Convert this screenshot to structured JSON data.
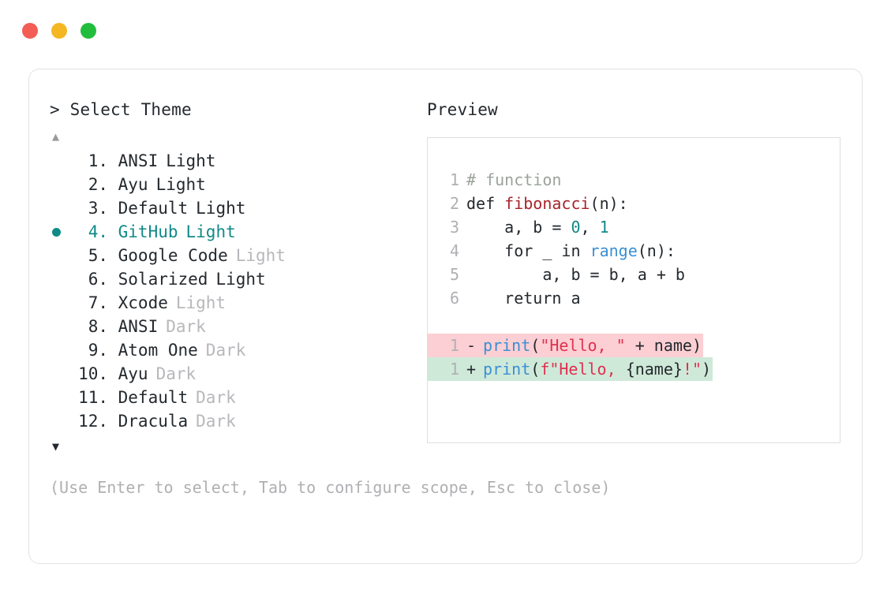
{
  "window": {
    "traffic_lights": [
      {
        "name": "close-dot",
        "color": "#f25d55"
      },
      {
        "name": "minimize-dot",
        "color": "#f4b723"
      },
      {
        "name": "maximize-dot",
        "color": "#23bd3d"
      }
    ]
  },
  "selector": {
    "prompt": "> Select Theme",
    "scroll_up": "▲",
    "scroll_down": "▼",
    "selected_index": 4,
    "items": [
      {
        "number": "1.",
        "name": "ANSI",
        "variant": "Light",
        "variant_muted": false
      },
      {
        "number": "2.",
        "name": "Ayu",
        "variant": "Light",
        "variant_muted": false
      },
      {
        "number": "3.",
        "name": "Default",
        "variant": "Light",
        "variant_muted": false
      },
      {
        "number": "4.",
        "name": "GitHub",
        "variant": "Light",
        "variant_muted": false
      },
      {
        "number": "5.",
        "name": "Google Code",
        "variant": "Light",
        "variant_muted": true
      },
      {
        "number": "6.",
        "name": "Solarized",
        "variant": "Light",
        "variant_muted": false
      },
      {
        "number": "7.",
        "name": "Xcode",
        "variant": "Light",
        "variant_muted": true
      },
      {
        "number": "8.",
        "name": "ANSI",
        "variant": "Dark",
        "variant_muted": true
      },
      {
        "number": "9.",
        "name": "Atom One",
        "variant": "Dark",
        "variant_muted": true
      },
      {
        "number": "10.",
        "name": "Ayu",
        "variant": "Dark",
        "variant_muted": true
      },
      {
        "number": "11.",
        "name": "Default",
        "variant": "Dark",
        "variant_muted": true
      },
      {
        "number": "12.",
        "name": "Dracula",
        "variant": "Dark",
        "variant_muted": true
      }
    ]
  },
  "preview": {
    "label": "Preview",
    "code_lines": [
      {
        "n": "1",
        "tokens": [
          {
            "t": "# function",
            "c": "com"
          }
        ]
      },
      {
        "n": "2",
        "tokens": [
          {
            "t": "def ",
            "c": "kw"
          },
          {
            "t": "fibonacci",
            "c": "fn"
          },
          {
            "t": "(n):",
            "c": "plain"
          }
        ]
      },
      {
        "n": "3",
        "tokens": [
          {
            "t": "    a, b = ",
            "c": "plain"
          },
          {
            "t": "0",
            "c": "num"
          },
          {
            "t": ", ",
            "c": "plain"
          },
          {
            "t": "1",
            "c": "num"
          }
        ]
      },
      {
        "n": "4",
        "tokens": [
          {
            "t": "    for _ in ",
            "c": "plain"
          },
          {
            "t": "range",
            "c": "builtin"
          },
          {
            "t": "(n):",
            "c": "plain"
          }
        ]
      },
      {
        "n": "5",
        "tokens": [
          {
            "t": "        a, b = b, a + b",
            "c": "plain"
          }
        ]
      },
      {
        "n": "6",
        "tokens": [
          {
            "t": "    return a",
            "c": "plain"
          }
        ]
      }
    ],
    "diff_lines": [
      {
        "kind": "minus",
        "n": "1",
        "sign": "-",
        "tokens": [
          {
            "t": "print",
            "c": "builtin"
          },
          {
            "t": "(",
            "c": "plain"
          },
          {
            "t": "\"Hello, \"",
            "c": "str"
          },
          {
            "t": " + name)",
            "c": "plain"
          }
        ]
      },
      {
        "kind": "plus",
        "n": "1",
        "sign": "+",
        "tokens": [
          {
            "t": "print",
            "c": "builtin"
          },
          {
            "t": "(",
            "c": "plain"
          },
          {
            "t": "f\"Hello, ",
            "c": "str"
          },
          {
            "t": "{name}",
            "c": "interp"
          },
          {
            "t": "!\"",
            "c": "str"
          },
          {
            "t": ")",
            "c": "plain"
          }
        ]
      }
    ]
  },
  "footer": {
    "hint": "(Use Enter to select, Tab to configure scope, Esc to close)"
  },
  "colors": {
    "accent_teal": "#108a87",
    "text": "#24292e",
    "muted": "#b0b0b4",
    "diff_remove_bg": "#fbcfd3",
    "diff_add_bg": "#cfe9d9",
    "card_border": "#e3e3e5",
    "preview_border": "#dededf"
  }
}
